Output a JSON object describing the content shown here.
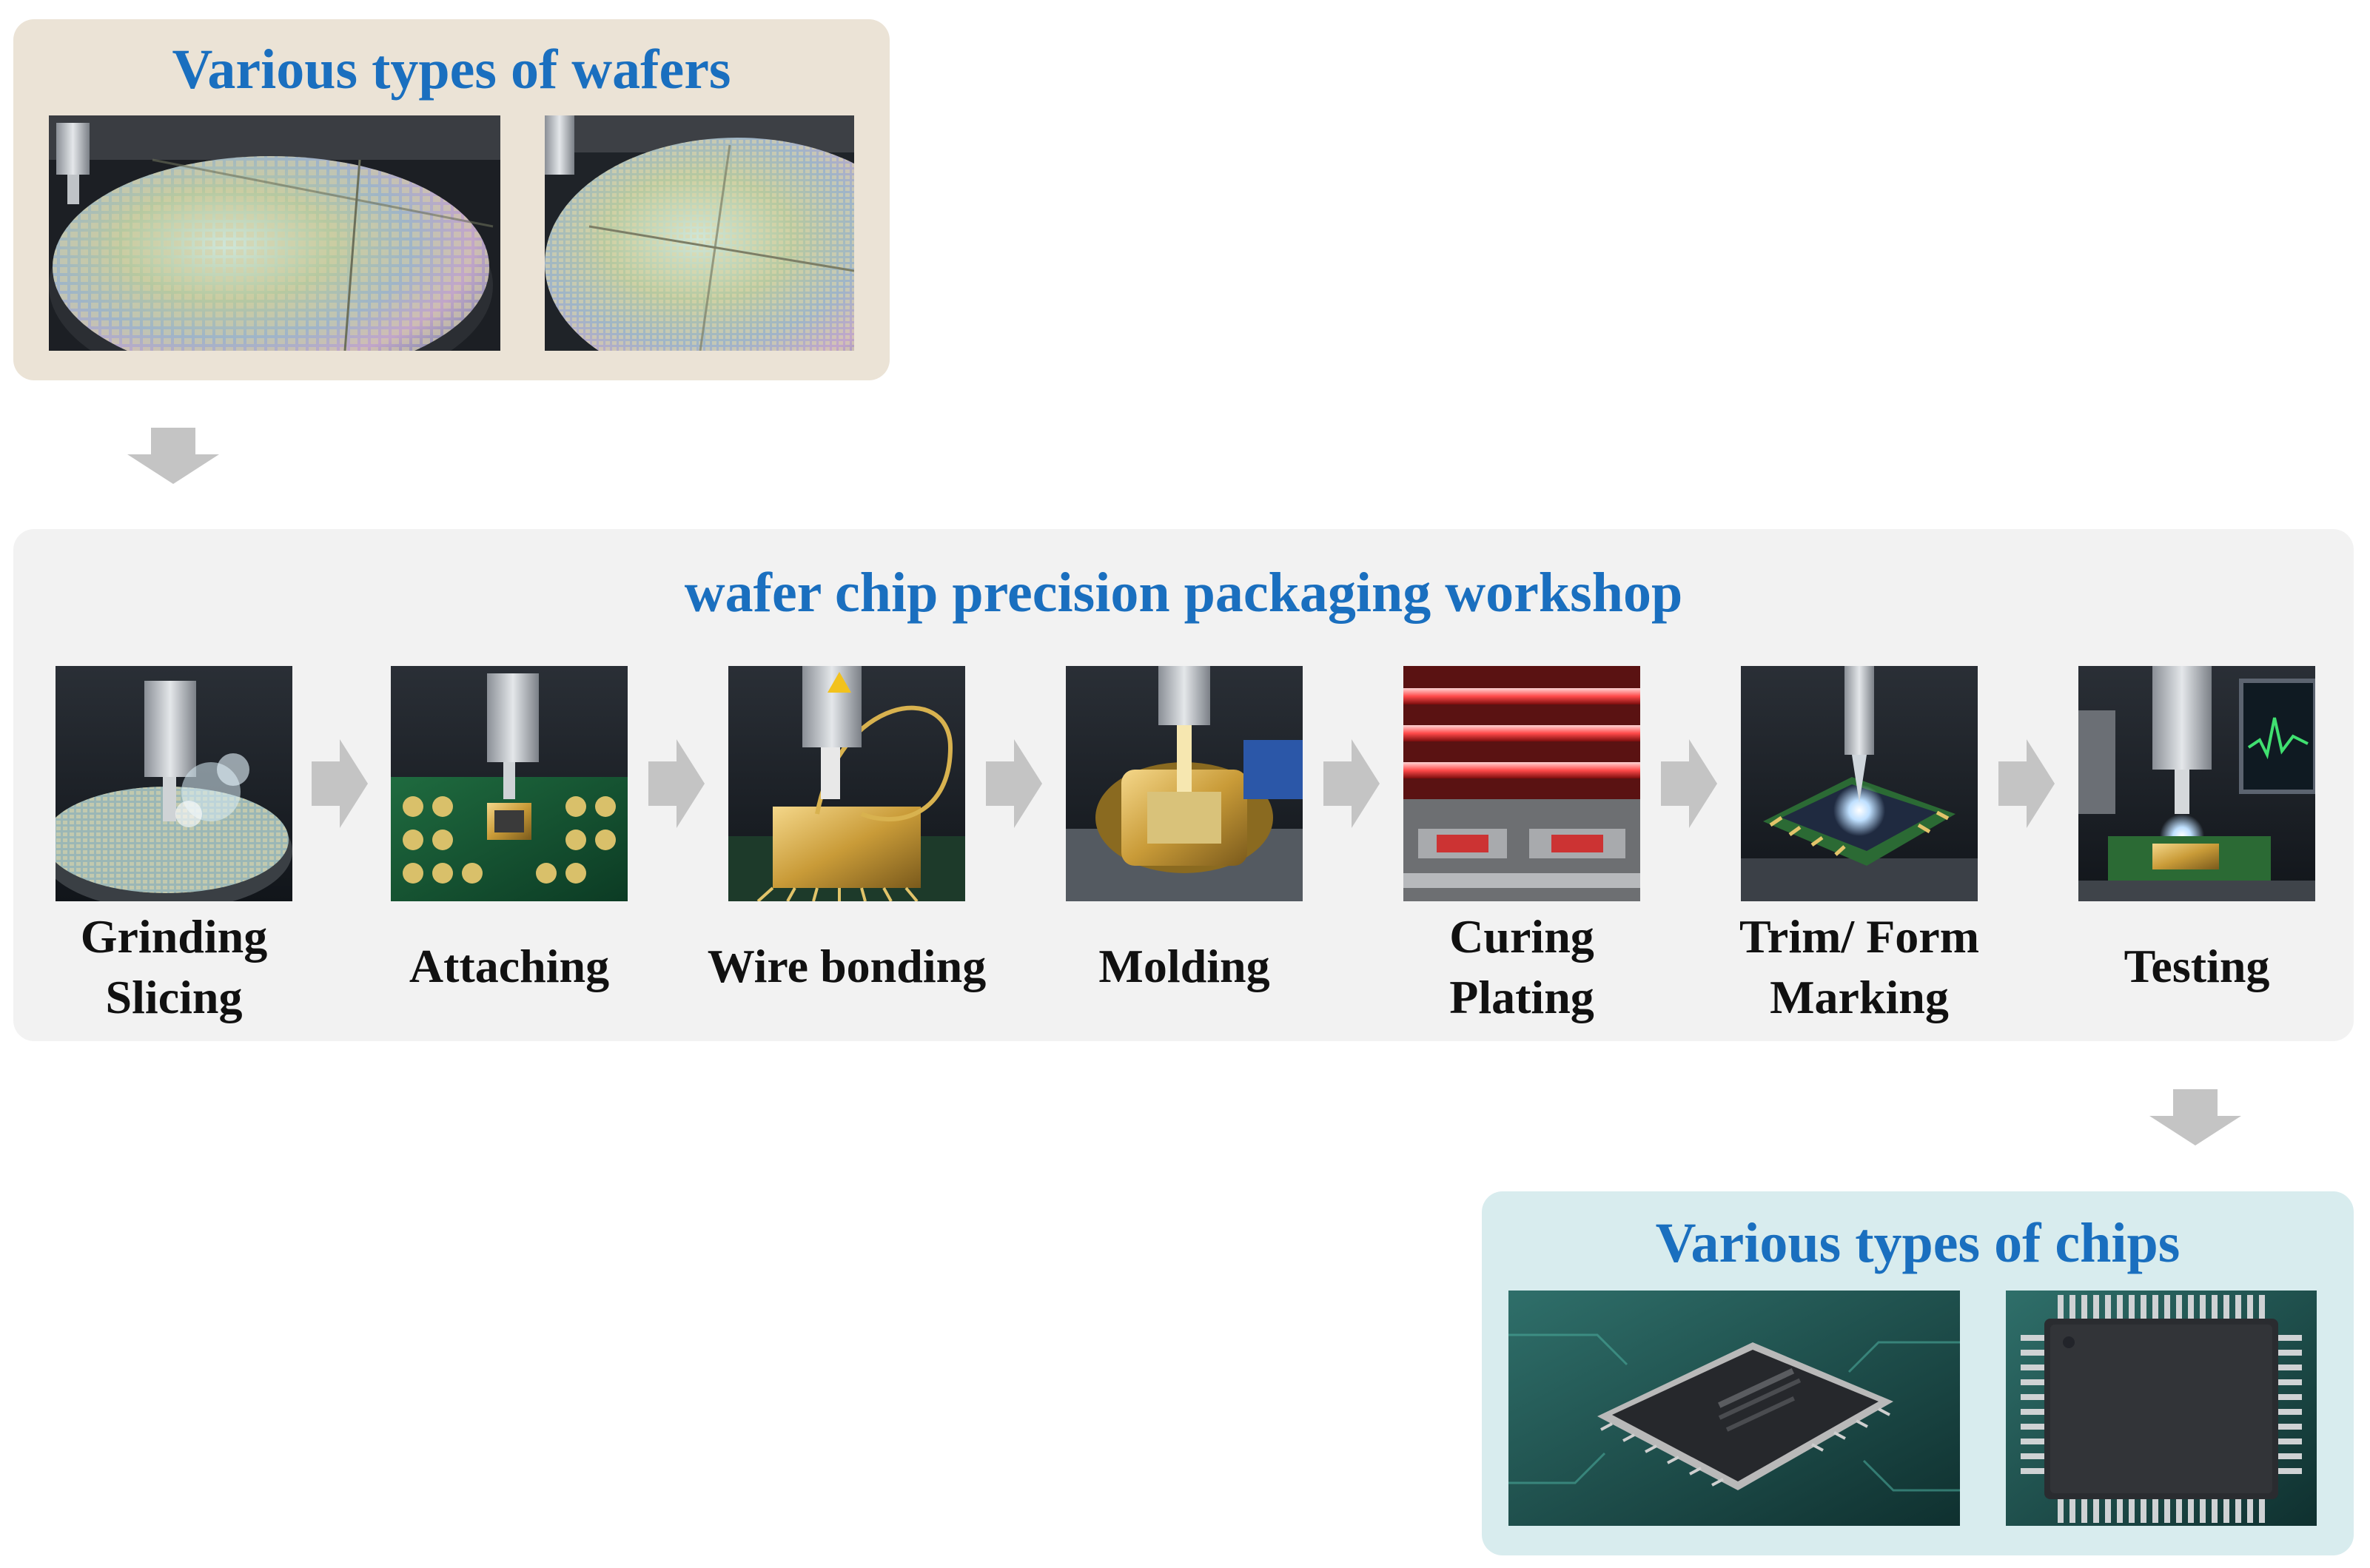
{
  "colors": {
    "title_blue": "#1a6fbf",
    "wafer_panel_bg": "#ebe3d6",
    "workshop_panel_bg": "#f2f2f2",
    "chips_panel_bg": "#d8ecee",
    "arrow_gray": "#c4c4c4"
  },
  "wafers": {
    "title": "Various types of wafers",
    "images": [
      "wafer-photo-1",
      "wafer-photo-2"
    ]
  },
  "workshop": {
    "title": "wafer chip precision packaging workshop",
    "steps": [
      {
        "line1": "Grinding",
        "line2": "Slicing",
        "image": "grinding-slicing-photo"
      },
      {
        "line1": "Attaching",
        "line2": "",
        "image": "attaching-photo"
      },
      {
        "line1": "Wire bonding",
        "line2": "",
        "image": "wire-bonding-photo"
      },
      {
        "line1": "Molding",
        "line2": "",
        "image": "molding-photo"
      },
      {
        "line1": "Curing",
        "line2": "Plating",
        "image": "curing-plating-photo"
      },
      {
        "line1": "Trim/ Form",
        "line2": "Marking",
        "image": "trim-form-marking-photo"
      },
      {
        "line1": "Testing",
        "line2": "",
        "image": "testing-photo"
      }
    ]
  },
  "chips": {
    "title": "Various types of chips",
    "images": [
      "chip-photo-1",
      "chip-photo-2"
    ]
  }
}
